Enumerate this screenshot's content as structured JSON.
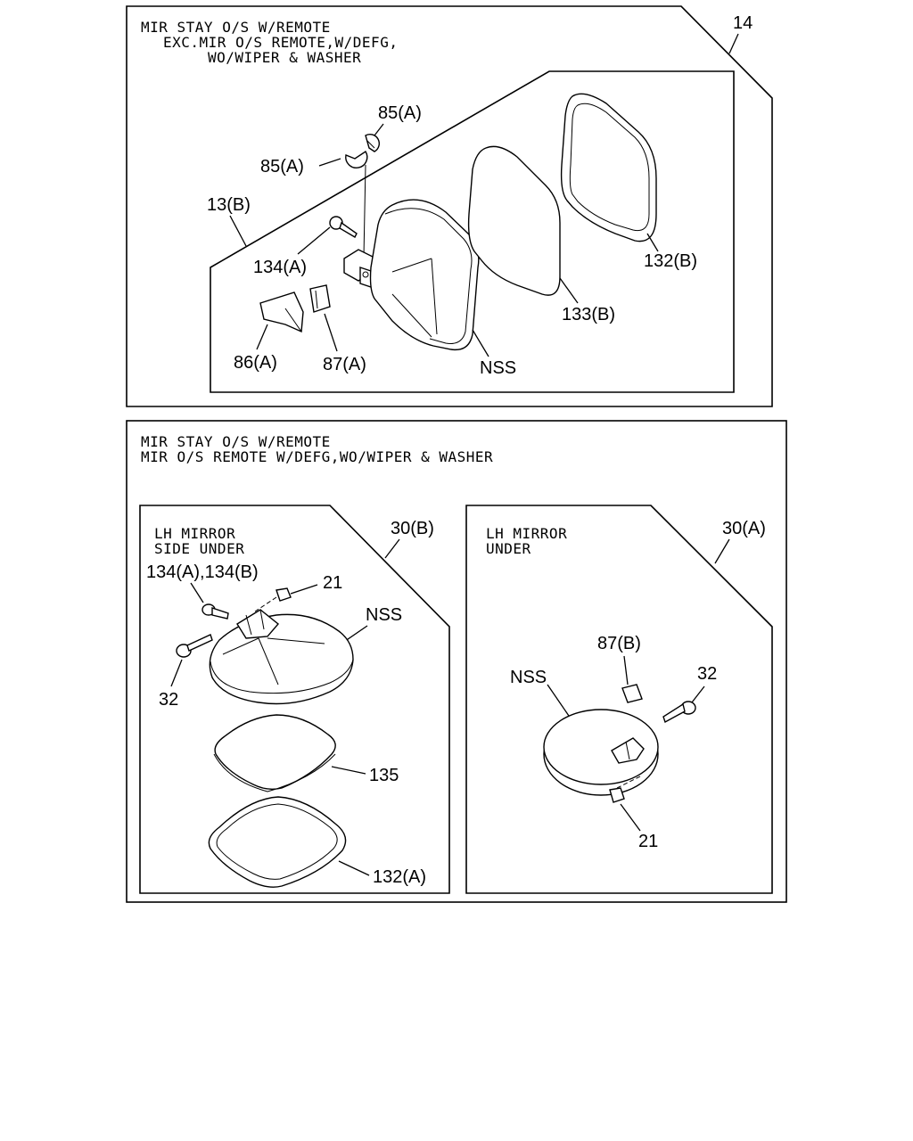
{
  "panel_top": {
    "header": [
      "MIR STAY O/S W/REMOTE",
      "EXC.MIR O/S REMOTE,W/DEFG,",
      "WO/WIPER & WASHER"
    ],
    "callout": "14",
    "labels": {
      "p85a_top": "85(A)",
      "p85a_left": "85(A)",
      "p13b": "13(B)",
      "p134a": "134(A)",
      "p86a": "86(A)",
      "p87a": "87(A)",
      "nss": "NSS",
      "p133b": "133(B)",
      "p132b": "132(B)"
    }
  },
  "panel_bottom": {
    "header": [
      "MIR STAY O/S W/REMOTE",
      "MIR O/S REMOTE W/DEFG,WO/WIPER & WASHER"
    ],
    "left": {
      "title": [
        "LH MIRROR",
        "SIDE UNDER"
      ],
      "callout": "30(B)",
      "labels": {
        "p134": "134(A),134(B)",
        "p21": "21",
        "nss": "NSS",
        "p32": "32",
        "p135": "135",
        "p132a": "132(A)"
      }
    },
    "right": {
      "title": [
        "LH MIRROR",
        "UNDER"
      ],
      "callout": "30(A)",
      "labels": {
        "p87b": "87(B)",
        "nss": "NSS",
        "p32": "32",
        "p21": "21"
      }
    }
  }
}
